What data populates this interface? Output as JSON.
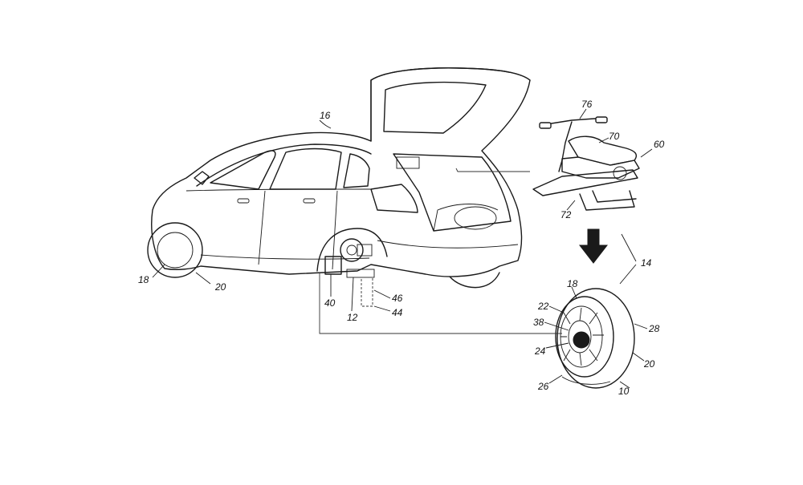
{
  "figure": {
    "labels": {
      "vehicle": "16",
      "front_wheel_inner": "18",
      "front_tire": "20",
      "hub_12": "12",
      "hub_40": "40",
      "part_46": "46",
      "part_44": "44",
      "mobility_device": "60",
      "handlebar": "76",
      "seat": "70",
      "frame": "72",
      "assembly": "14",
      "wheel_inner": "18",
      "wheel_rim": "22",
      "wheel_38": "38",
      "wheel_24": "24",
      "wheel_26": "26",
      "wheel_tire": "20",
      "wheel_28": "28",
      "wheel_assembly": "10"
    },
    "colors": {
      "ink": "#1a1a1a",
      "paper": "#ffffff"
    },
    "arrow_icon": "down-arrow-icon"
  }
}
